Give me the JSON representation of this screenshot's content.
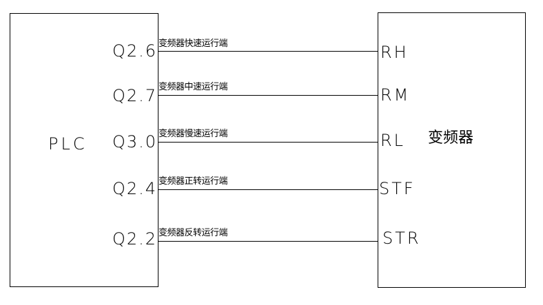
{
  "plc": {
    "title": "PLC",
    "ports": [
      "Q2.6",
      "Q2.7",
      "Q3.0",
      "Q2.4",
      "Q2.2"
    ]
  },
  "inverter": {
    "title": "变频器",
    "pins": [
      "RH",
      "RM",
      "RL",
      "STF",
      "STR"
    ]
  },
  "signals": [
    "变频器快速运行端",
    "变频器中速运行端",
    "变频器慢速运行端",
    "变频器正转运行端",
    "变频器反转运行端"
  ],
  "colors": {
    "line": "#000000",
    "background": "#ffffff"
  }
}
